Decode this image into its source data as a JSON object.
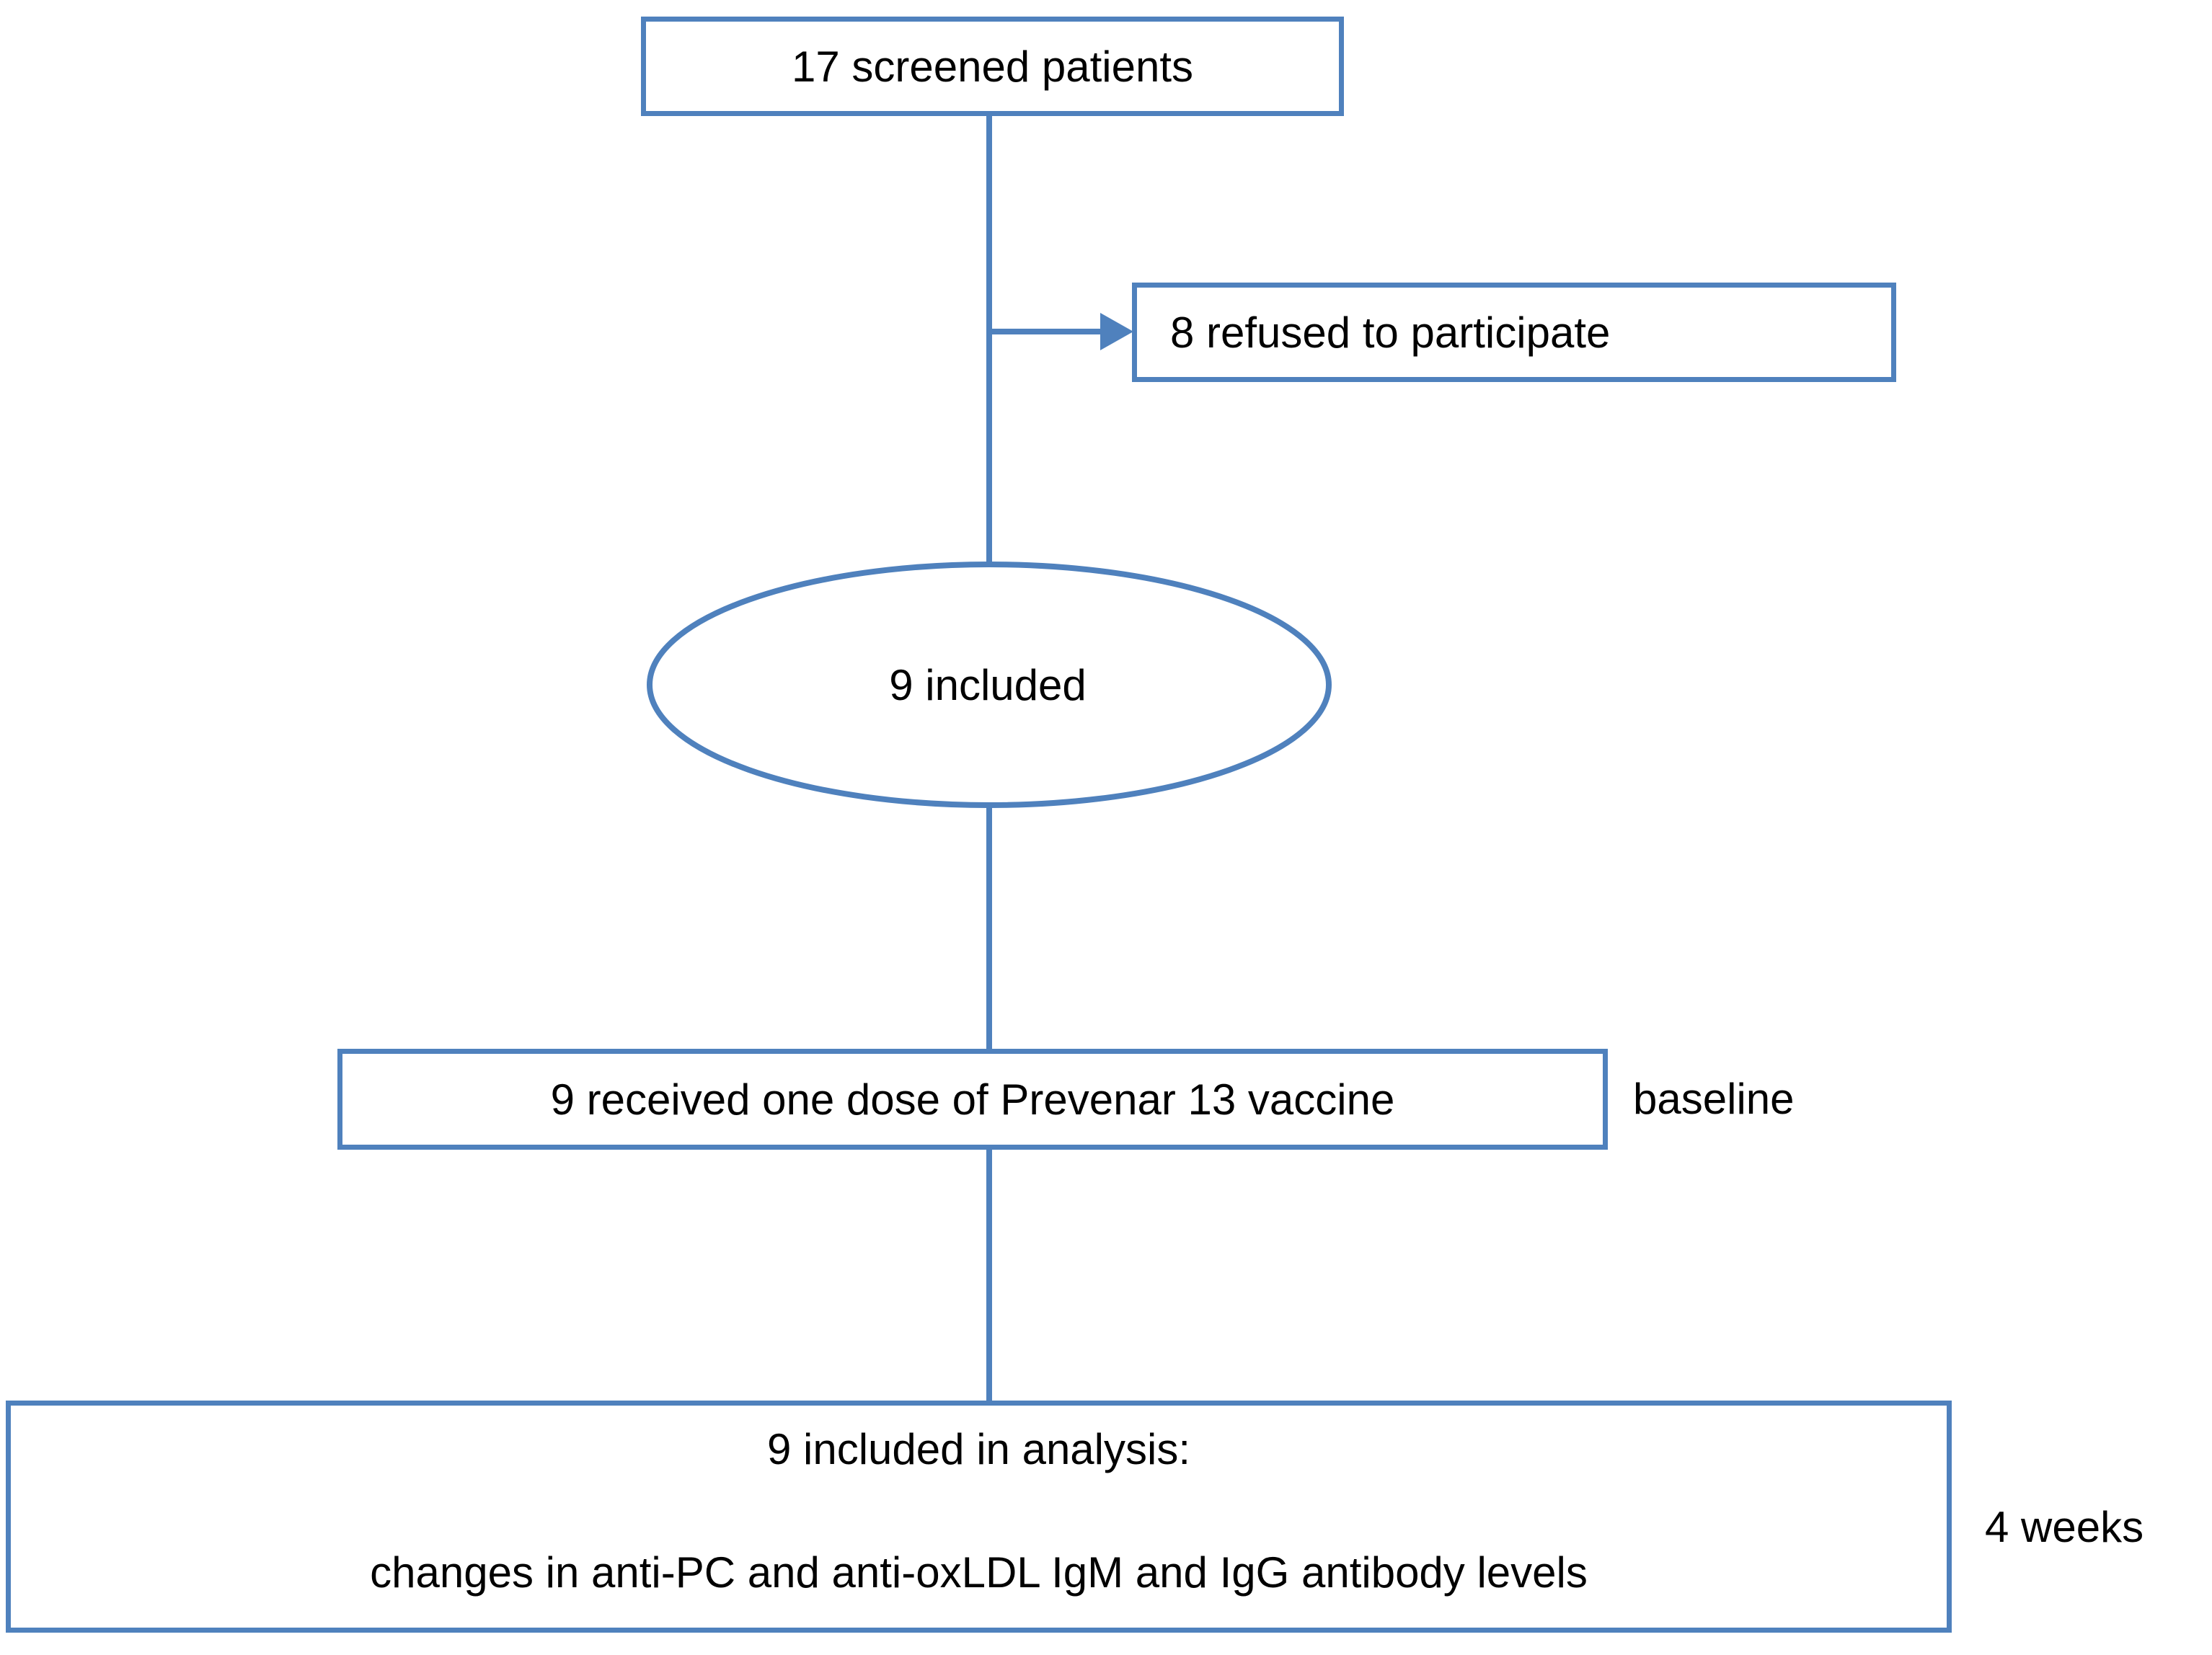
{
  "nodes": {
    "screened": {
      "label": "17 screened patients"
    },
    "refused": {
      "label": "8 refused to participate"
    },
    "included": {
      "label": "9 included"
    },
    "vaccinated": {
      "label": "9 received one dose of Prevenar 13 vaccine"
    },
    "analysis": {
      "line1": "9 included in analysis:",
      "line2": "changes in anti-PC and anti-oxLDL IgM and IgG antibody levels"
    }
  },
  "annotations": {
    "baseline": "baseline",
    "four_weeks": "4 weeks"
  },
  "colors": {
    "stroke": "#4F81BD",
    "text": "#000000",
    "background": "#FFFFFF"
  }
}
